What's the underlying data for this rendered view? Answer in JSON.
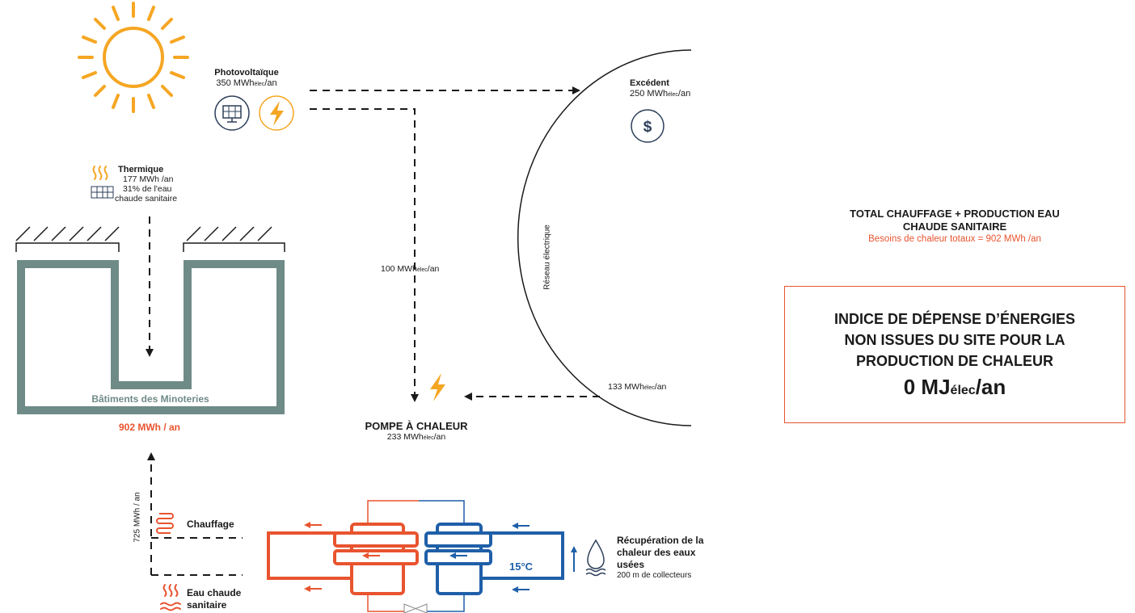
{
  "pv": {
    "title": "Photovoltaïque",
    "value": "350 MWh",
    "sub": "élec",
    "unit": "/an"
  },
  "excedent": {
    "title": "Excédent",
    "value": "250 MWh",
    "sub": "élec",
    "unit": "/an"
  },
  "thermique": {
    "title": "Thermique",
    "line1": "177 MWh /an",
    "line2": "31% de l'eau",
    "line3": "chaude sanitaire"
  },
  "reseau": {
    "label": "Réseau électrique"
  },
  "flow_pv_pac": {
    "value": "100 MWh",
    "sub": "élec",
    "unit": "/an"
  },
  "flow_reseau_pac": {
    "value": "133 MWh",
    "sub": "élec",
    "unit": "/an"
  },
  "pac": {
    "title": "POMPE À CHALEUR",
    "value": "233 MWh",
    "sub": "élec",
    "unit": "/an"
  },
  "batiment": {
    "name": "Bâtiments des Minoteries",
    "value": "902 MWh / an"
  },
  "flow_heat": {
    "value": "725 MWh / an"
  },
  "chauffage": {
    "label": "Chauffage"
  },
  "ecs": {
    "line1": "Eau chaude",
    "line2": "sanitaire"
  },
  "exchanger": {
    "temp": "15°C"
  },
  "recup": {
    "line1": "Récupération de la",
    "line2": "chaleur des eaux",
    "line3": "usées",
    "line4": "200 m de collecteurs"
  },
  "total": {
    "title1": "TOTAL CHAUFFAGE + PRODUCTION EAU",
    "title2": "CHAUDE SANITAIRE",
    "subtitle": "Besoins de chaleur totaux = 902 MWh /an"
  },
  "kpi": {
    "line1": "INDICE DE DÉPENSE D’ÉNERGIES",
    "line2": "NON ISSUES DU SITE POUR LA",
    "line3": "PRODUCTION DE CHALEUR",
    "value": "0 MJ",
    "sub": "élec",
    "unit": "/an"
  },
  "colors": {
    "sun": "#f5a623",
    "orange": "#e8542f",
    "teal": "#6f8b87",
    "blue": "#1f5fa8",
    "navy": "#2d3f5a"
  },
  "icons": [
    "sun-icon",
    "solar-panel-icon",
    "lightning-icon",
    "dollar-icon",
    "heat-waves-icon",
    "radiator-icon",
    "water-drop-icon"
  ]
}
